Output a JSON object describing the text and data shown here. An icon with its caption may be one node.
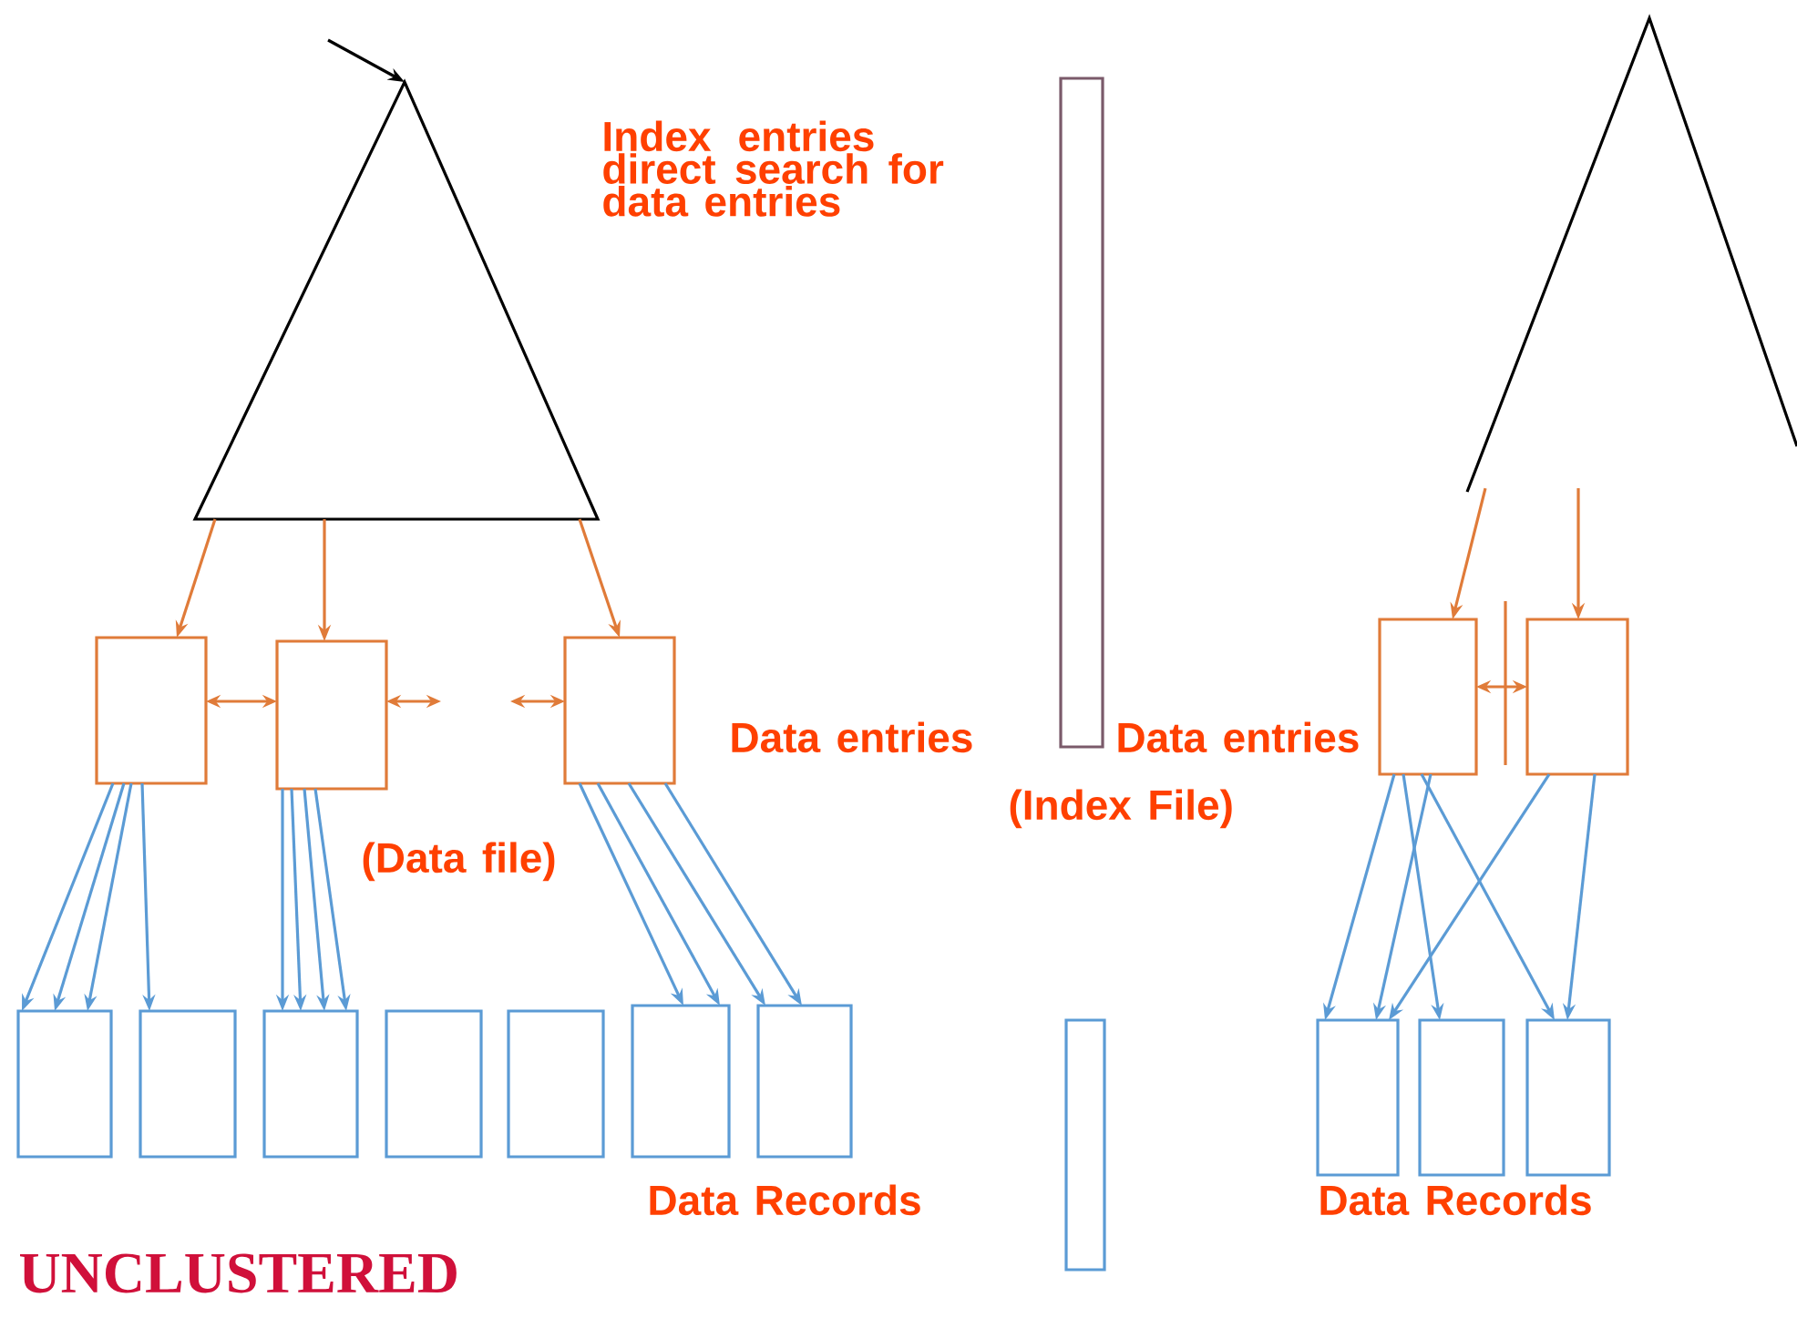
{
  "diagram": {
    "nodes": [
      {
        "text": [],
        "shape": "triangle"
      },
      {
        "text": [],
        "shape": "box"
      },
      {
        "text": [],
        "shape": "box"
      },
      {
        "text": [],
        "shape": "box"
      },
      {
        "text": [],
        "shape": "box"
      },
      {
        "text": [],
        "shape": "box"
      },
      {
        "text": [],
        "shape": "box"
      },
      {
        "text": [],
        "shape": "box"
      },
      {
        "text": [],
        "shape": "box"
      },
      {
        "text": [],
        "shape": "box"
      },
      {
        "text": [],
        "shape": "box"
      },
      {
        "text": [],
        "shape": "bar"
      },
      {
        "text": [],
        "shape": "bar"
      },
      {
        "text": [],
        "shape": "triangle"
      },
      {
        "text": [],
        "shape": "box"
      },
      {
        "text": [],
        "shape": "box"
      },
      {
        "text": [],
        "shape": "box"
      },
      {
        "text": [],
        "shape": "box"
      },
      {
        "text": [],
        "shape": "box"
      }
    ],
    "edges": [
      {
        "from": null,
        "to": 0,
        "arrow": "to",
        "color": "#000000"
      },
      {
        "from": 0,
        "to": 1,
        "arrow": "to",
        "color": "#e07b39"
      },
      {
        "from": 0,
        "to": 2,
        "arrow": "to",
        "color": "#e07b39"
      },
      {
        "from": 0,
        "to": 3,
        "arrow": "to",
        "color": "#e07b39"
      },
      {
        "from": 1,
        "to": 2,
        "arrow": "both",
        "color": "#e07b39"
      },
      {
        "from": 2,
        "to": null,
        "arrow": "both",
        "color": "#e07b39"
      },
      {
        "from": null,
        "to": 3,
        "arrow": "both",
        "color": "#e07b39"
      },
      {
        "from": 1,
        "to": 4,
        "arrow": "to"
      },
      {
        "from": 1,
        "to": 4,
        "arrow": "to"
      },
      {
        "from": 1,
        "to": 4,
        "arrow": "to"
      },
      {
        "from": 1,
        "to": 5,
        "arrow": "to"
      },
      {
        "from": 2,
        "to": 6,
        "arrow": "to"
      },
      {
        "from": 2,
        "to": 6,
        "arrow": "to"
      },
      {
        "from": 2,
        "to": 6,
        "arrow": "to"
      },
      {
        "from": 2,
        "to": 6,
        "arrow": "to"
      },
      {
        "from": 3,
        "to": 9,
        "arrow": "to"
      },
      {
        "from": 3,
        "to": 9,
        "arrow": "to"
      },
      {
        "from": 3,
        "to": 10,
        "arrow": "to"
      },
      {
        "from": 3,
        "to": 10,
        "arrow": "to"
      },
      {
        "from": 13,
        "to": 14,
        "arrow": "to",
        "color": "#e07b39"
      },
      {
        "from": 13,
        "to": 15,
        "arrow": "to",
        "color": "#e07b39"
      },
      {
        "from": 14,
        "to": 15,
        "arrow": "both",
        "color": "#e07b39"
      },
      {
        "from": 14,
        "to": 16,
        "arrow": "to"
      },
      {
        "from": 14,
        "to": 16,
        "arrow": "to"
      },
      {
        "from": 14,
        "to": 17,
        "arrow": "to"
      },
      {
        "from": 14,
        "to": 18,
        "arrow": "to"
      },
      {
        "from": 15,
        "to": 16,
        "arrow": "to"
      },
      {
        "from": 15,
        "to": 18,
        "arrow": "to"
      }
    ],
    "labels": [
      "UNCLUSTERED",
      "Index entries direct search for data entries",
      "Data entries",
      "Data entries",
      "(Index File)",
      "(Data file)",
      "Data Records",
      "Data Records"
    ]
  }
}
